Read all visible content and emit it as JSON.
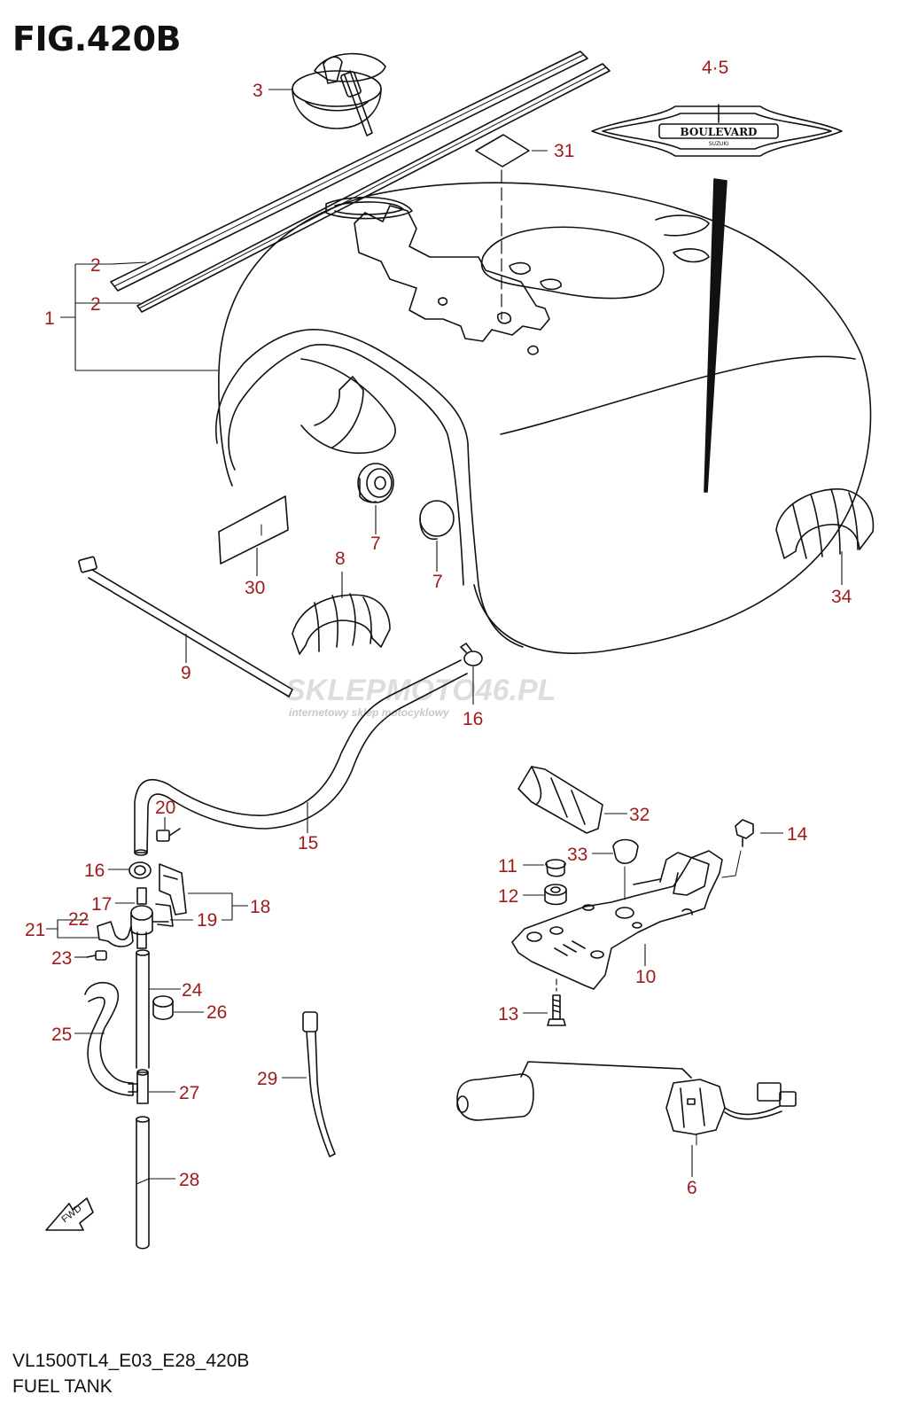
{
  "figure_title": "FIG.420B",
  "footer_code": "VL1500TL4_E03_E28_420B",
  "footer_name": "FUEL TANK",
  "emblem_text": "BOULEVARD",
  "emblem_subtext": "SUZUKI",
  "fwd_label": "FWD",
  "watermark": {
    "main": "SKLEPMOTO46.PL",
    "sub": "internetowy sklep motocyklowy"
  },
  "callouts": {
    "c1": "1",
    "c2a": "2",
    "c2b": "2",
    "c3": "3",
    "c45": "4·5",
    "c31": "31",
    "c6": "6",
    "c7a": "7",
    "c7b": "7",
    "c8": "8",
    "c9": "9",
    "c10": "10",
    "c11": "11",
    "c12": "12",
    "c13": "13",
    "c14": "14",
    "c15": "15",
    "c16a": "16",
    "c16b": "16",
    "c17": "17",
    "c18": "18",
    "c19": "19",
    "c20": "20",
    "c21": "21",
    "c22": "22",
    "c23": "23",
    "c24": "24",
    "c25": "25",
    "c26": "26",
    "c27": "27",
    "c28": "28",
    "c29": "29",
    "c30": "30",
    "c32": "32",
    "c33": "33",
    "c34": "34"
  },
  "colors": {
    "callout": "#a01c1c",
    "line": "#111111",
    "watermark_red": "#e04040",
    "watermark_grey": "#c8c8c8"
  }
}
